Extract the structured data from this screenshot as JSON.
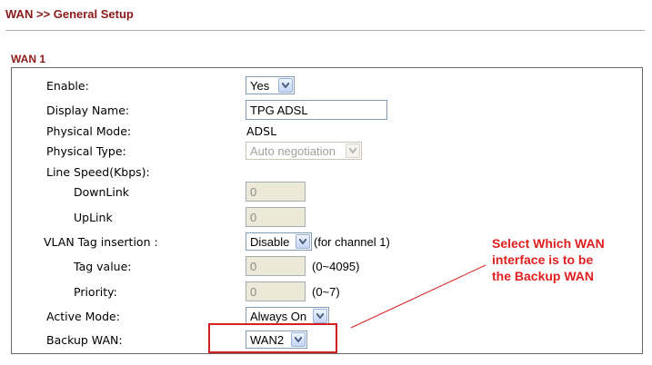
{
  "header": {
    "title": "WAN >> General Setup"
  },
  "section": {
    "title": "WAN 1"
  },
  "form": {
    "enable": {
      "label": "Enable:",
      "value": "Yes"
    },
    "display_name": {
      "label": "Display Name:",
      "value": "TPG ADSL"
    },
    "physical_mode": {
      "label": "Physical Mode:",
      "value": "ADSL"
    },
    "physical_type": {
      "label": "Physical Type:",
      "value": "Auto negotiation"
    },
    "line_speed": {
      "label": "Line Speed(Kbps):"
    },
    "downlink": {
      "label": "DownLink",
      "value": "0"
    },
    "uplink": {
      "label": "UpLink",
      "value": "0"
    },
    "vlan_tag": {
      "label": "VLAN Tag insertion :",
      "value": "Disable",
      "note": "(for channel 1)"
    },
    "tag_value": {
      "label": "Tag value:",
      "value": "0",
      "note": "(0~4095)"
    },
    "priority": {
      "label": "Priority:",
      "value": "0",
      "note": "(0~7)"
    },
    "active_mode": {
      "label": "Active Mode:",
      "value": "Always On"
    },
    "backup_wan": {
      "label": "Backup WAN:",
      "value": "WAN2"
    }
  },
  "annotation": {
    "lines": [
      "Select Which WAN",
      "interface is to be",
      "the Backup WAN"
    ],
    "color": "#e02020"
  },
  "icons": {
    "dropdown": "chevron-down-icon"
  }
}
